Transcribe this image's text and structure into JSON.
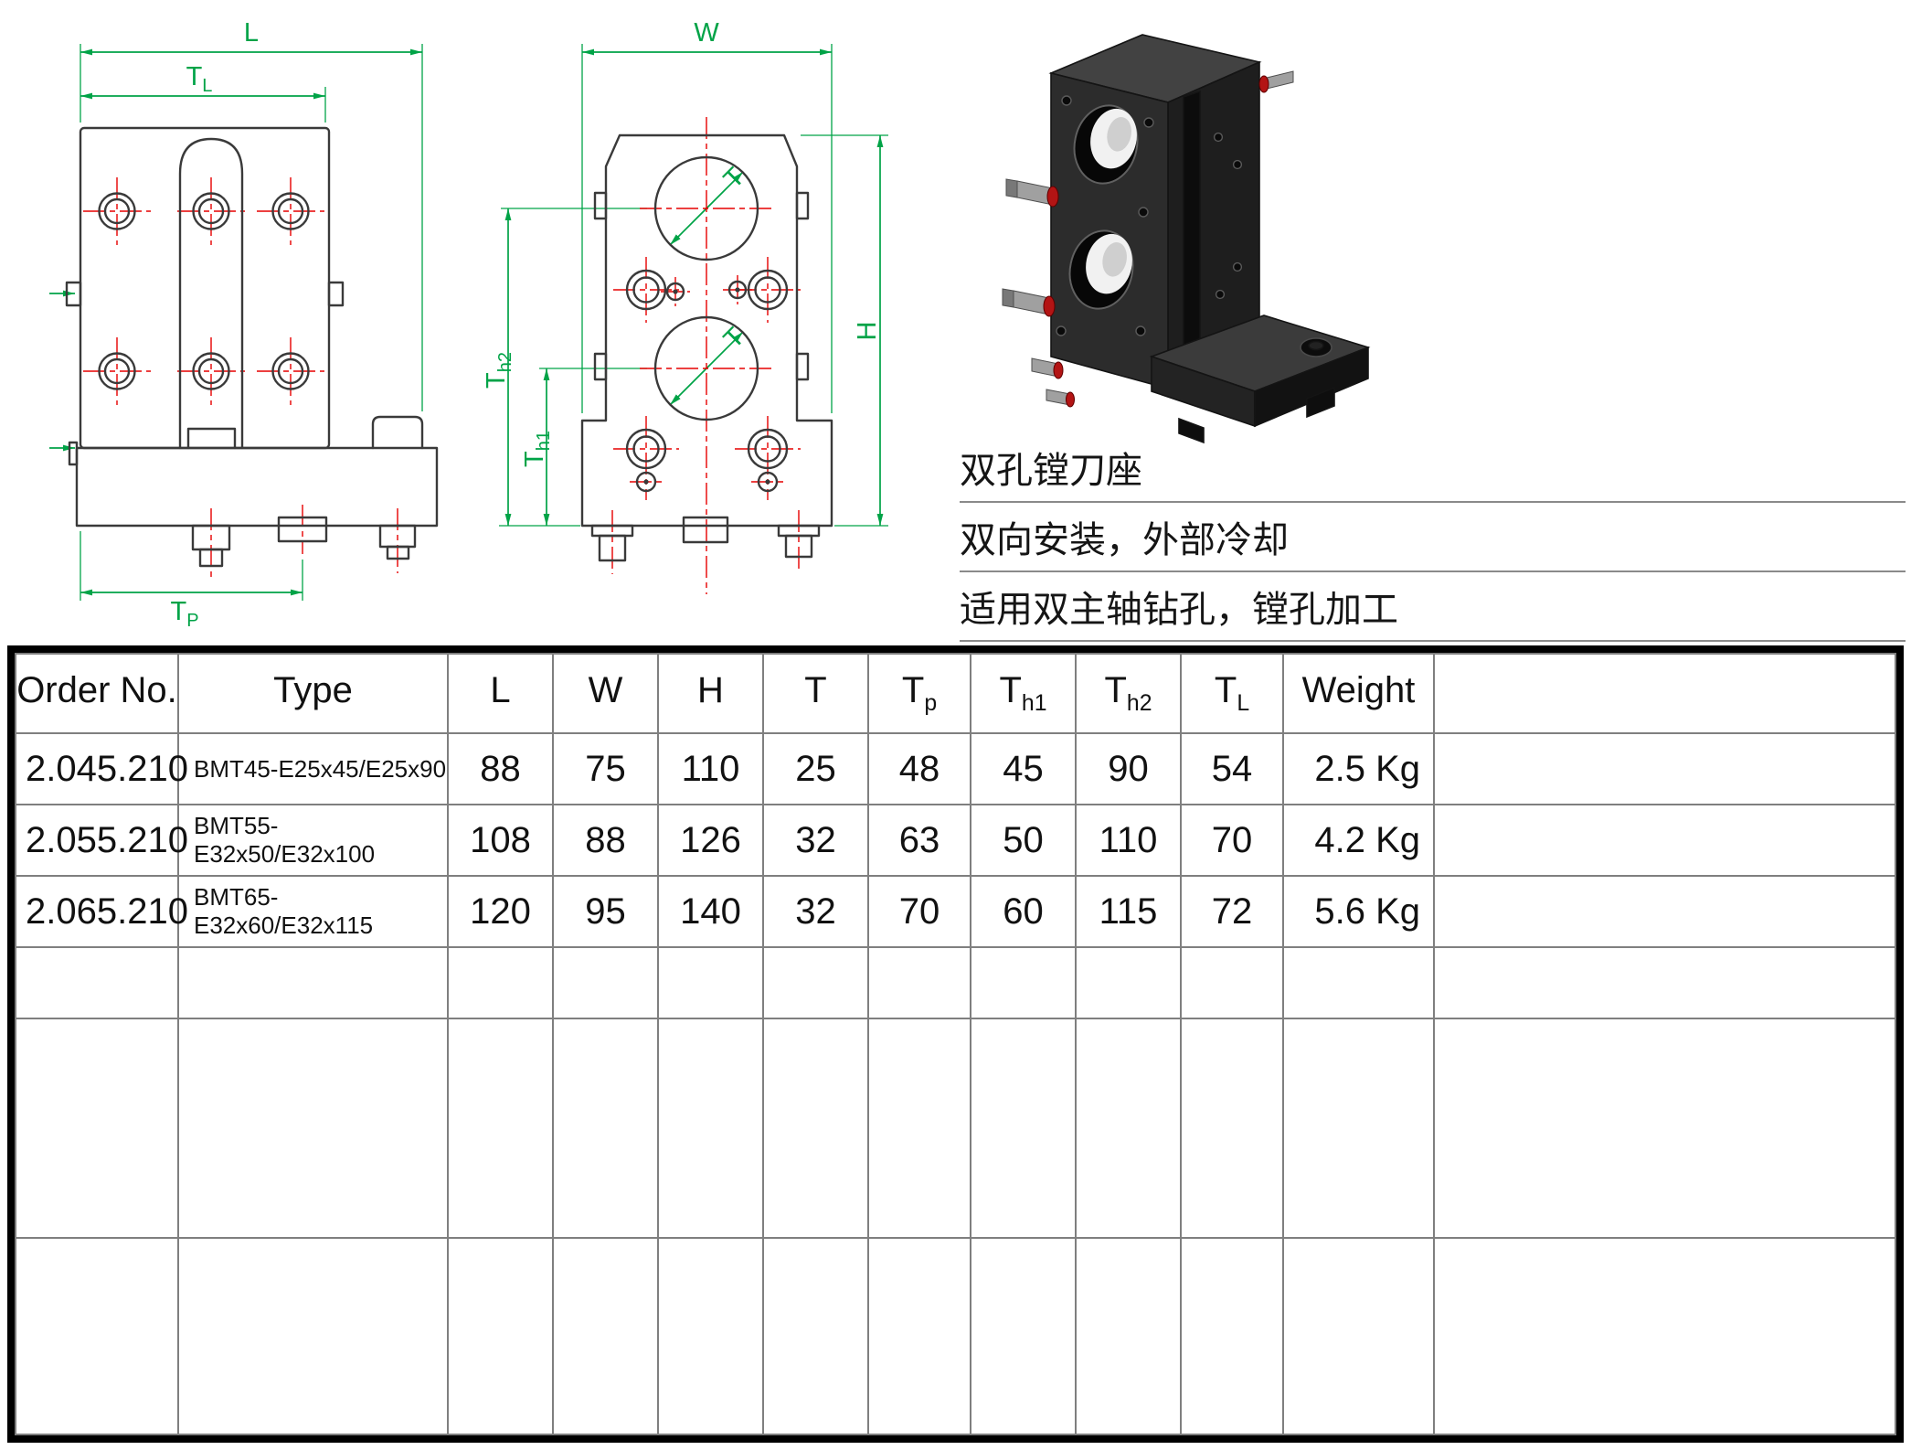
{
  "colors": {
    "dimension": "#00A347",
    "centerline": "#E60000",
    "outline": "#3A3A3A",
    "table_border": "#000000",
    "table_grid": "#7F7F7F"
  },
  "description": {
    "title": "双孔镗刀座",
    "features": [
      "双向安装，外部冷却",
      "适用双主轴钻孔，镗孔加工"
    ]
  },
  "drawing": {
    "front_view": {
      "dim_L": "L",
      "dim_TL": {
        "main": "T",
        "sub": "L"
      },
      "dim_Tp": {
        "main": "T",
        "sub": "P"
      }
    },
    "side_view": {
      "dim_W": "W",
      "dim_H": "H",
      "dim_T_upper": "T",
      "dim_T_lower": "T",
      "dim_Th1": {
        "main": "T",
        "sub": "h1"
      },
      "dim_Th2": {
        "main": "T",
        "sub": "h2"
      }
    }
  },
  "table": {
    "headers": [
      {
        "main": "Order No.",
        "sub": ""
      },
      {
        "main": "Type",
        "sub": ""
      },
      {
        "main": "L",
        "sub": ""
      },
      {
        "main": "W",
        "sub": ""
      },
      {
        "main": "H",
        "sub": ""
      },
      {
        "main": "T",
        "sub": ""
      },
      {
        "main": "T",
        "sub": "p"
      },
      {
        "main": "T",
        "sub": "h1"
      },
      {
        "main": "T",
        "sub": "h2"
      },
      {
        "main": "T",
        "sub": "L"
      },
      {
        "main": "Weight",
        "sub": ""
      },
      {
        "main": "",
        "sub": ""
      }
    ],
    "rows": [
      [
        "2.045.210",
        "BMT45-E25x45/E25x90",
        "88",
        "75",
        "110",
        "25",
        "48",
        "45",
        "90",
        "54",
        "2.5 Kg",
        ""
      ],
      [
        "2.055.210",
        "BMT55-E32x50/E32x100",
        "108",
        "88",
        "126",
        "32",
        "63",
        "50",
        "110",
        "70",
        "4.2 Kg",
        ""
      ],
      [
        "2.065.210",
        "BMT65-E32x60/E32x115",
        "120",
        "95",
        "140",
        "32",
        "70",
        "60",
        "115",
        "72",
        "5.6 Kg",
        ""
      ],
      [
        "",
        "",
        "",
        "",
        "",
        "",
        "",
        "",
        "",
        "",
        "",
        ""
      ],
      [
        "",
        "",
        "",
        "",
        "",
        "",
        "",
        "",
        "",
        "",
        "",
        ""
      ],
      [
        "",
        "",
        "",
        "",
        "",
        "",
        "",
        "",
        "",
        "",
        "",
        ""
      ]
    ]
  }
}
